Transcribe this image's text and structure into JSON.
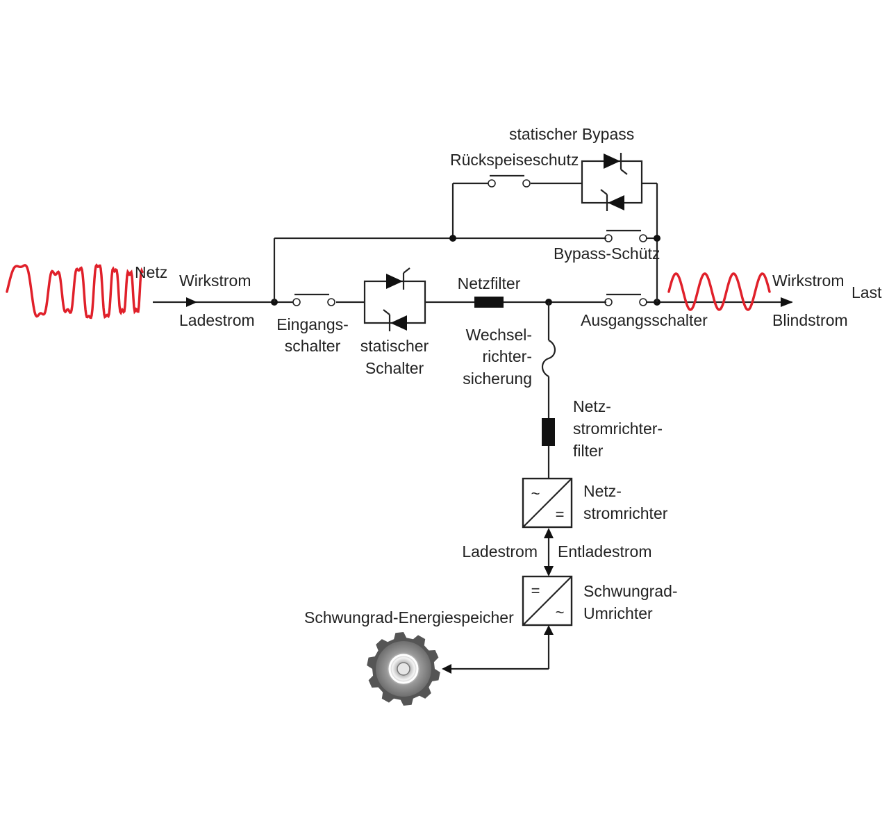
{
  "colors": {
    "line": "#222222",
    "wave": "#e0202a",
    "filter": "#111111"
  },
  "labels": {
    "netz": "Netz",
    "wirkstrom_in": "Wirkstrom",
    "ladestrom_in": "Ladestrom",
    "eingang": [
      "Eingangs-",
      "schalter"
    ],
    "statischer_schalter": [
      "statischer",
      "Schalter"
    ],
    "netzfilter": "Netzfilter",
    "wechselrichter_sicherung": [
      "Wechsel-",
      "richter-",
      "sicherung"
    ],
    "ausgangsschalter": "Ausgangsschalter",
    "wirkstrom_out": "Wirkstrom",
    "blindstrom_out": "Blindstrom",
    "last": "Last",
    "statischer_bypass": "statischer Bypass",
    "rueckspeiseschutz": "Rückspeiseschutz",
    "bypass_schuetz": "Bypass-Schütz",
    "netzstromrichter_filter": [
      "Netz-",
      "stromrichter-",
      "filter"
    ],
    "netzstromrichter": [
      "Netz-",
      "stromrichter"
    ],
    "ladestrom_low": "Ladestrom",
    "entladestrom": "Entladestrom",
    "schwungrad_umrichter": [
      "Schwungrad-",
      "Umrichter"
    ],
    "energiespeicher": "Schwungrad-Energiespeicher"
  },
  "symbols": {
    "conv_top": [
      "~",
      "="
    ],
    "conv_bottom": [
      "=",
      "~"
    ]
  },
  "icons": {
    "flywheel": "gear-flywheel-icon",
    "fuse": "fuse-icon",
    "thyristor": "thyristor-icon",
    "contact": "switch-contact-icon"
  }
}
